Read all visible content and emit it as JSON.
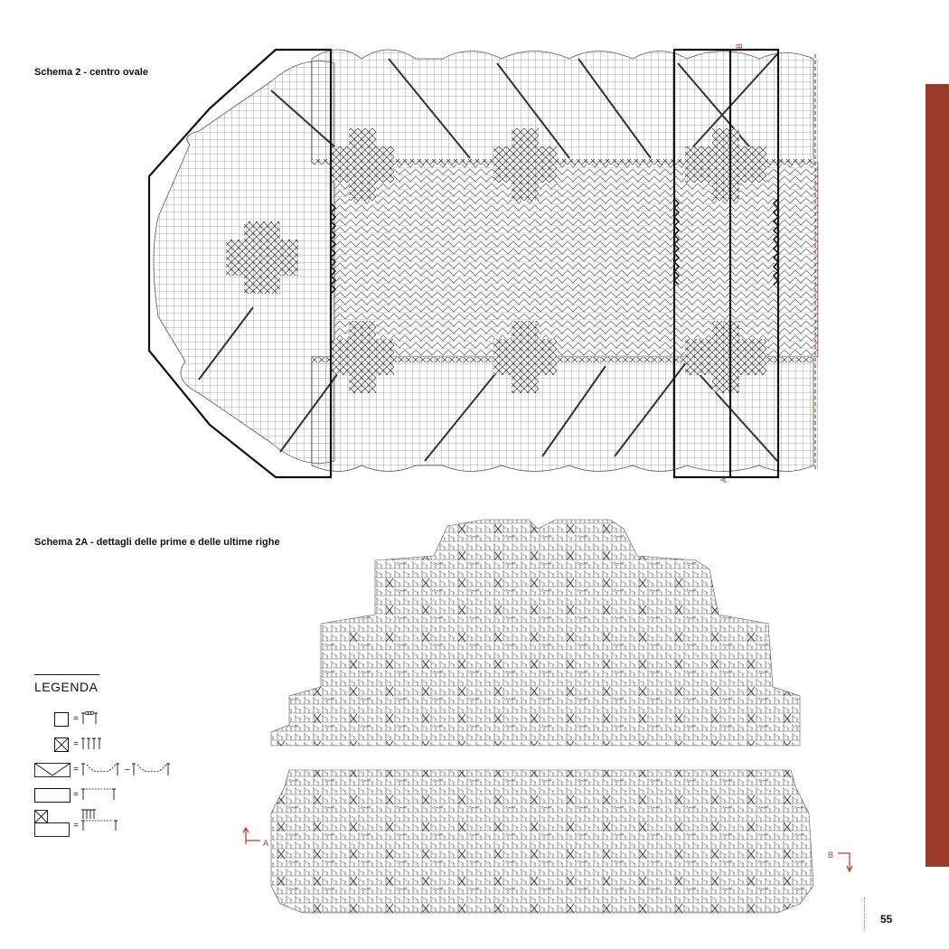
{
  "schema2": {
    "title": "Schema 2 - centro ovale",
    "label_a": "A",
    "label_b": "B"
  },
  "schema2a": {
    "title": "Schema 2A - dettagli delle prime e delle ultime righe",
    "arrow_a": "A",
    "arrow_b": "B"
  },
  "legend": {
    "title": "LEGENDA",
    "eq": "=",
    "dash": "–",
    "items": [
      {
        "symbol": "open-square",
        "meaning": "treble-chain-treble"
      },
      {
        "symbol": "crossed-square",
        "meaning": "four-trebles"
      },
      {
        "symbol": "v-mesh",
        "meaning": "lacet"
      },
      {
        "symbol": "long-rectangle",
        "meaning": "bar"
      },
      {
        "symbol": "crossed-square-with-rectangle",
        "meaning": "block-and-bar"
      }
    ]
  },
  "page": {
    "number": "55"
  },
  "colors": {
    "accent": "#9a3a2a",
    "red": "#b5372a",
    "ink": "#1a1a1a",
    "grid": "#555555"
  }
}
